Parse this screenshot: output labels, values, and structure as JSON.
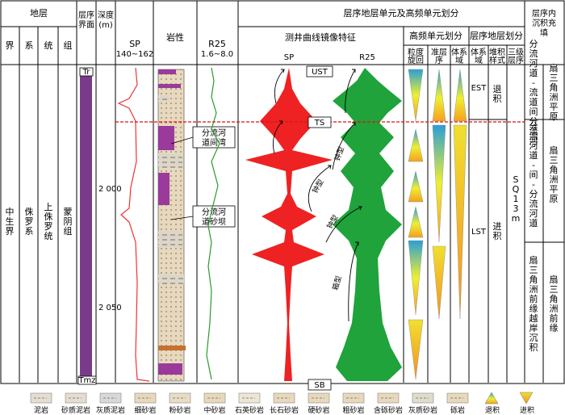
{
  "header": {
    "stratum": "地层",
    "boundary": "层序\n界面",
    "depth": "深度\n(m)",
    "sp": "SP",
    "sp_range": "140~162",
    "lith": "岩性",
    "r25": "R25",
    "r25_range": "1.6~8.0",
    "sequence_title": "层序地层单元及高频单元划分",
    "log_mirror": "测井曲线镜像特征",
    "log_sp": "SP",
    "log_r25": "R25",
    "hf_title": "高频单元划分",
    "hf_cycle": "粒度\n旋回",
    "hf_para": "准层\n序",
    "hf_set": "体系\n域",
    "seq_title": "层序地层划分",
    "seq_tract": "体系\n域",
    "seq_stack": "堆积\n样式",
    "seq_third": "三级\n层序",
    "facies": "层序内\n沉积充\n填",
    "col_jie": "界",
    "col_xi": "系",
    "col_tong": "统",
    "col_zu": "组"
  },
  "strat": {
    "jie": "中生界",
    "xi": "侏罗系",
    "tong": "上侏罗统",
    "zu": "蒙阴组"
  },
  "boundaries": {
    "top": "Tr",
    "bottom": "Tmz"
  },
  "depths": [
    "2 000",
    "2 050"
  ],
  "surfaces": {
    "ust": "UST",
    "ts": "TS",
    "sb": "SB"
  },
  "lith_labels": [
    "分流河\n道间湾",
    "分流河\n道砂坝"
  ],
  "curve_labels": [
    "钟型",
    "钟型",
    "箱型",
    "钟型"
  ],
  "tracts": {
    "est": "EST",
    "lst": "LST"
  },
  "stack": {
    "retro": "退积",
    "pro": "进积"
  },
  "third_order": "SQ13m",
  "facies_labels": [
    "分流河道-流道间分流河",
    "扇三角洲平原",
    "分流河道-间-分流河道",
    "扇三角洲平原",
    "扇三角洲前缘越岸沉积",
    "扇三角洲前缘"
  ],
  "legend": [
    {
      "name": "泥岩",
      "pattern": "mud"
    },
    {
      "name": "砂质泥岩",
      "pattern": "sandmud"
    },
    {
      "name": "灰质泥岩",
      "pattern": "limemud"
    },
    {
      "name": "细砂岩",
      "pattern": "fine"
    },
    {
      "name": "粉砂岩",
      "pattern": "silt"
    },
    {
      "name": "中砂岩",
      "pattern": "medium"
    },
    {
      "name": "石英砂岩",
      "pattern": "quartz"
    },
    {
      "name": "长石砂岩",
      "pattern": "feldspar"
    },
    {
      "name": "硬砂岩",
      "pattern": "greywacke"
    },
    {
      "name": "粗砂岩",
      "pattern": "coarse"
    },
    {
      "name": "含砾砂岩",
      "pattern": "pebbly"
    },
    {
      "name": "灰质砂岩",
      "pattern": "limesand"
    },
    {
      "name": "砾岩",
      "pattern": "conglom"
    },
    {
      "name": "退积",
      "pattern": "retro-icon"
    },
    {
      "name": "进积",
      "pattern": "pro-icon"
    }
  ],
  "colors": {
    "sp_fill": "#ee2222",
    "r25_fill": "#22aa33",
    "ts_line": "#dd1111",
    "purple": "#9a3a9a",
    "sand": "#e8d8bc",
    "orange": "#c87030"
  }
}
